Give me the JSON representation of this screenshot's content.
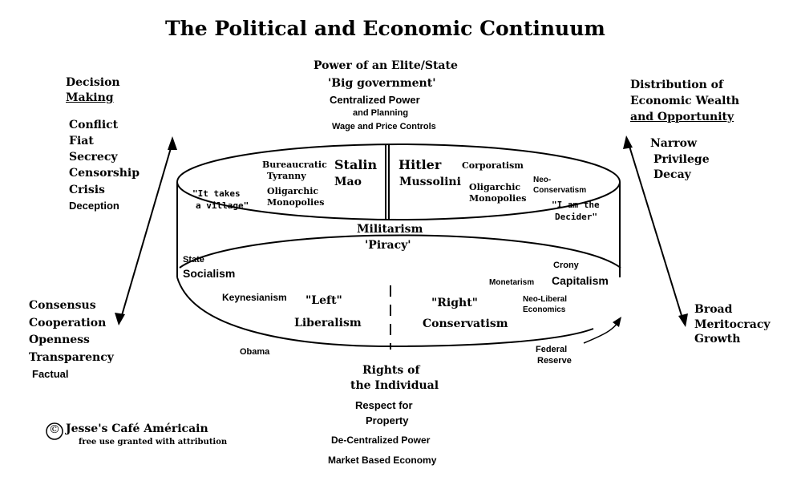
{
  "title": "The Political and Economic Continuum",
  "top": {
    "line1": "Power of an Elite/State",
    "line2": "'Big government'",
    "line3": "Centralized Power",
    "line4": "and Planning",
    "line5": "Wage and Price Controls"
  },
  "left_panel": {
    "heading1": "Decision",
    "heading2": "Making",
    "items": [
      "Conflict",
      "Fiat",
      "Secrecy",
      "Censorship",
      "Crisis",
      "Deception"
    ]
  },
  "left_bottom": {
    "items": [
      "Consensus",
      "Cooperation",
      "Openness",
      "Transparency",
      "Factual"
    ]
  },
  "right_panel": {
    "heading1": "Distribution of",
    "heading2": "Economic Wealth",
    "heading3": "and Opportunity",
    "items": [
      "Narrow",
      "Privilege",
      "Decay"
    ]
  },
  "right_bottom": {
    "items": [
      "Broad",
      "Meritocracy",
      "Growth"
    ]
  },
  "cylinder_top": {
    "it_takes_1": "\"It takes",
    "it_takes_2": "a village\"",
    "bureaucratic_1": "Bureaucratic",
    "bureaucratic_2": "Tyranny",
    "oligarchic_left_1": "Oligarchic",
    "oligarchic_left_2": "Monopolies",
    "stalin": "Stalin",
    "mao": "Mao",
    "hitler": "Hitler",
    "mussolini": "Mussolini",
    "corporatism": "Corporatism",
    "oligarchic_right_1": "Oligarchic",
    "oligarchic_right_2": "Monopolies",
    "neo_1": "Neo-",
    "neo_2": "Conservatism",
    "decider_1": "\"I am the",
    "decider_2": "Decider\"",
    "militarism": "Militarism",
    "piracy": "'Piracy'"
  },
  "cylinder_side": {
    "state": "State",
    "socialism": "Socialism",
    "keynesianism": "Keynesianism",
    "left": "\"Left\"",
    "liberalism": "Liberalism",
    "right": "\"Right\"",
    "conservatism": "Conservatism",
    "monetarism": "Monetarism",
    "crony": "Crony",
    "capitalism": "Capitalism",
    "neo_liberal_1": "Neo-Liberal",
    "neo_liberal_2": "Economics",
    "obama": "Obama",
    "federal": "Federal",
    "reserve": "Reserve"
  },
  "bottom": {
    "line1": "Rights of",
    "line2": "the Individual",
    "line3": "Respect for",
    "line4": "Property",
    "line5": "De-Centralized Power",
    "line6": "Market Based Economy"
  },
  "credit": {
    "symbol": "©",
    "name": "Jesse's Café Américain",
    "note": "free use granted with attribution"
  }
}
